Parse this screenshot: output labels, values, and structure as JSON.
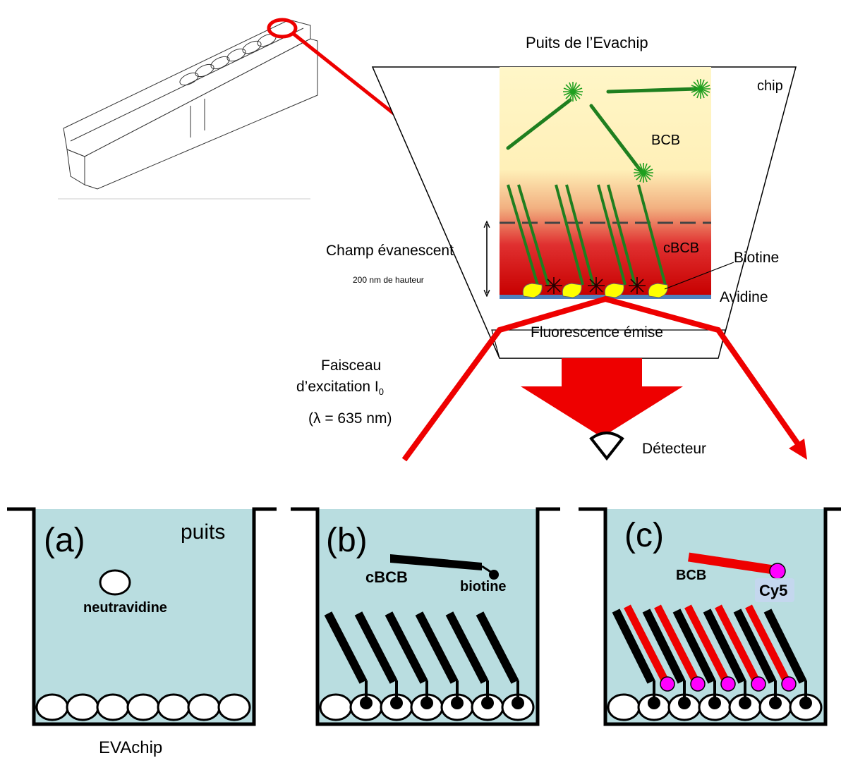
{
  "top": {
    "title": "Puits de l’Evachip",
    "chip_label": "chip",
    "bcb_label": "BCB",
    "cbcb_label": "cBCB",
    "biotine_label": "Biotine",
    "avidine_label": "Avidine",
    "champ_label": "Champ évanescent",
    "height_label": "200 nm de hauteur",
    "fluorescence_label": "Fluorescence émise",
    "faisceau_line1": "Faisceau",
    "faisceau_line2": "d’excitation I",
    "faisceau_sub": "0",
    "lambda_label": "(λ = 635 nm)",
    "detecteur_label": "Détecteur"
  },
  "panels": [
    {
      "tag": "(a)",
      "puits_label": "puits",
      "neutravidine_label": "neutravidine"
    },
    {
      "tag": "(b)",
      "cbcb_label": "cBCB",
      "biotine_label": "biotine"
    },
    {
      "tag": "(c)",
      "bcb_label": "BCB",
      "cy5_label": "Cy5"
    }
  ],
  "bottom_label": "EVAchip",
  "colors": {
    "excitation_red": "#ee0000",
    "fiber_green": "#1f7f1f",
    "well_blue": "#b9dde0",
    "cy5_magenta": "#ff00ff",
    "avidine_yellow": "#ffff00"
  }
}
